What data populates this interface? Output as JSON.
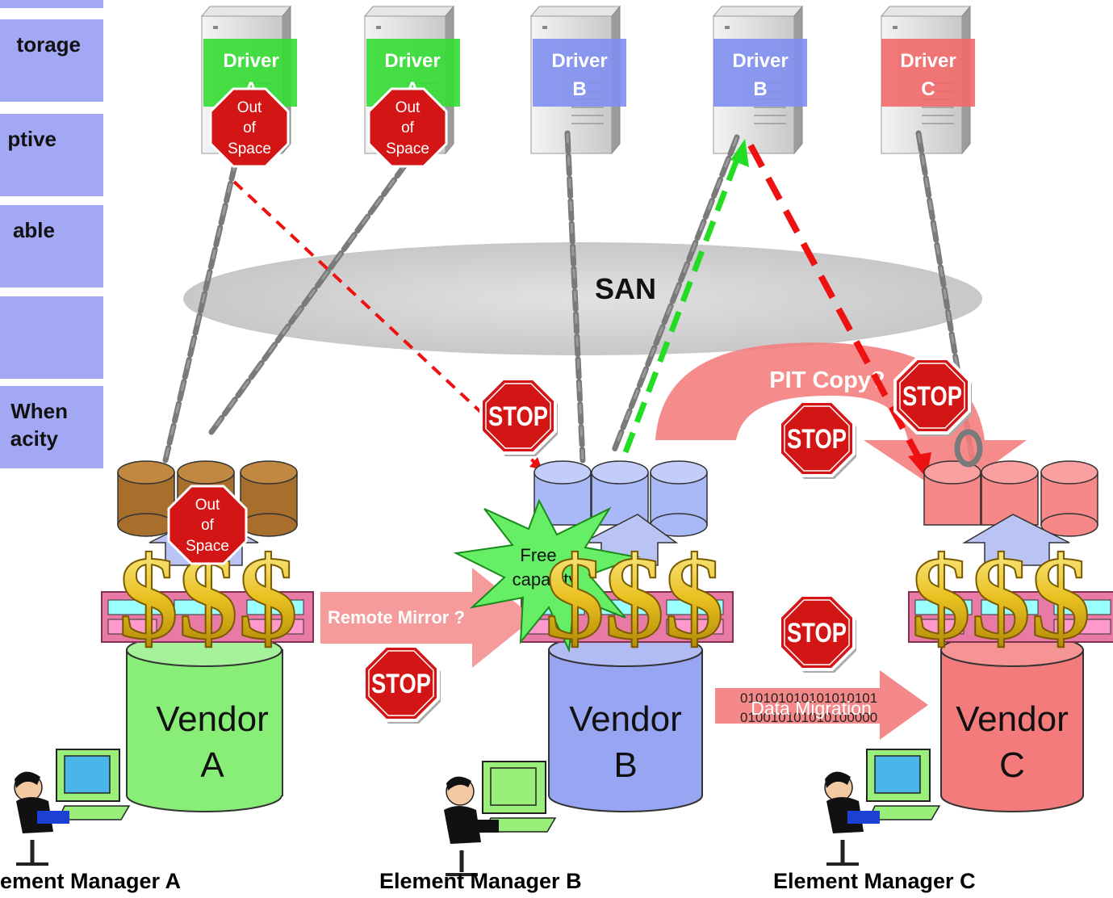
{
  "sidebar": {
    "items": [
      {
        "label_line1": "",
        "label_line2": ""
      },
      {
        "label_line1": "torage",
        "label_line2": ""
      },
      {
        "label_line1": "ptive",
        "label_line2": ""
      },
      {
        "label_line1": "able",
        "label_line2": ""
      },
      {
        "label_line1": "",
        "label_line2": ""
      },
      {
        "label_line1": "When",
        "label_line2": "acity"
      }
    ]
  },
  "servers": [
    {
      "label_line1": "Driver",
      "label_line2": "A",
      "color": "#33dd33",
      "stop_sign": [
        "Out",
        "of",
        "Space"
      ]
    },
    {
      "label_line1": "Driver",
      "label_line2": "A",
      "color": "#33dd33",
      "stop_sign": [
        "Out",
        "of",
        "Space"
      ]
    },
    {
      "label_line1": "Driver",
      "label_line2": "B",
      "color": "#7f8ff0"
    },
    {
      "label_line1": "Driver",
      "label_line2": "B",
      "color": "#7f8ff0"
    },
    {
      "label_line1": "Driver",
      "label_line2": "C",
      "color": "#f26a6a"
    }
  ],
  "san": {
    "label": "SAN"
  },
  "stop_sign_text": "STOP",
  "arrows": {
    "remote_mirror": "Remote Mirror ?",
    "pit_copy": "PIT Copy?",
    "data_migration": "Data Migration",
    "binary_line1": "010101010101010101",
    "binary_line2": "010010101010100000"
  },
  "disk_sign_a": [
    "Out",
    "of",
    "Space"
  ],
  "free_capacity": [
    "Free",
    "capacity"
  ],
  "money_symbol": "$$$",
  "arrays": [
    {
      "vendor_line1": "Vendor",
      "vendor_line2": "A",
      "color": "#88ee77",
      "disk_color": "#b07830"
    },
    {
      "vendor_line1": "Vendor",
      "vendor_line2": "B",
      "color": "#97a5f2",
      "disk_color": "#a9b8f7"
    },
    {
      "vendor_line1": "Vendor",
      "vendor_line2": "C",
      "color": "#f47b7b",
      "disk_color": "#f88888"
    }
  ],
  "element_managers": [
    {
      "label": "ement Manager A"
    },
    {
      "label": "Element Manager B"
    },
    {
      "label": "Element Manager C"
    }
  ],
  "colors": {
    "sidebar": "#a3a8f5",
    "stop_red": "#d11",
    "dollar_gold": "#e8c020",
    "mirror_arrow": "#f39090",
    "green_dashed": "#22dd22",
    "red_dashed": "#ee1111"
  }
}
